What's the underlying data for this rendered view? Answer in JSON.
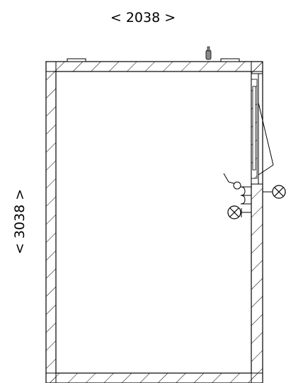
{
  "dimensions": {
    "width_label": "< 2038 >",
    "height_label": "< 3038 >"
  },
  "colors": {
    "line": "#000000",
    "background": "#ffffff",
    "hatch": "#000000",
    "nozzle": "#888888"
  },
  "components": {
    "wall": "hatched-insulated-wall",
    "door": "side-door-with-swing",
    "fittings": [
      "thermometer",
      "lamp-outside",
      "lamp-lower",
      "drain-nozzle"
    ]
  }
}
